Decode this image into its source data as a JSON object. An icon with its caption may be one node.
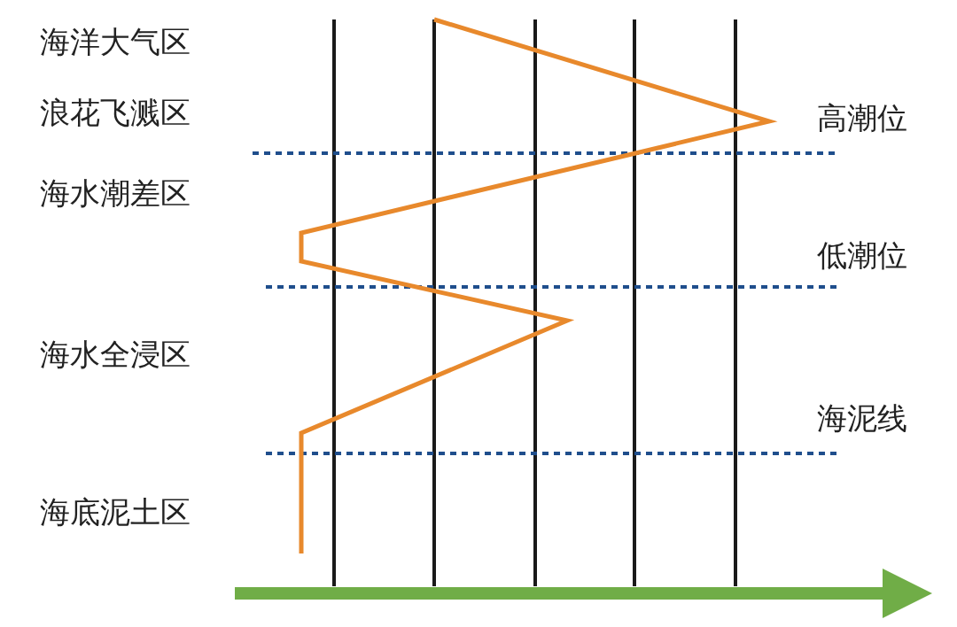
{
  "diagram": {
    "labels": [
      "海洋大气区",
      "浪花飞溅区",
      "高潮位",
      "海水潮差区",
      "低潮位",
      "海水全浸区",
      "海泥线",
      "海底泥土区"
    ]
  }
}
